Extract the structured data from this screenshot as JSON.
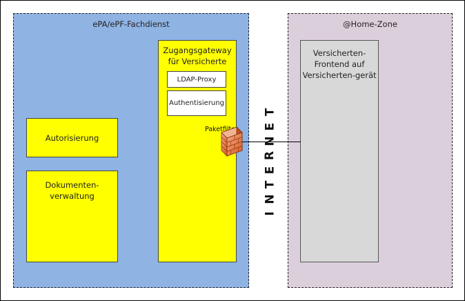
{
  "zones": {
    "fachdienst": {
      "title": "ePA/ePF-Fachdienst",
      "color": "#8fb3e3"
    },
    "homezone": {
      "title": "@Home-Zone",
      "color": "#dccfdc"
    }
  },
  "boxes": {
    "gateway_title": "Zugangsgateway für Versicherte",
    "ldap_proxy": "LDAP-Proxy",
    "authentisierung": "Authentisierung",
    "autorisierung": "Autorisierung",
    "dokumentenverwaltung": "Dokumenten-verwaltung",
    "frontend": "Versicherten-Frontend auf Versicherten-gerät",
    "component_color": "#ffff00",
    "frontend_color": "#d8d8d8"
  },
  "paketfilter": {
    "label": "Paketfilter",
    "icon": "firewall-icon"
  },
  "internet": {
    "label": "INTERNET"
  }
}
